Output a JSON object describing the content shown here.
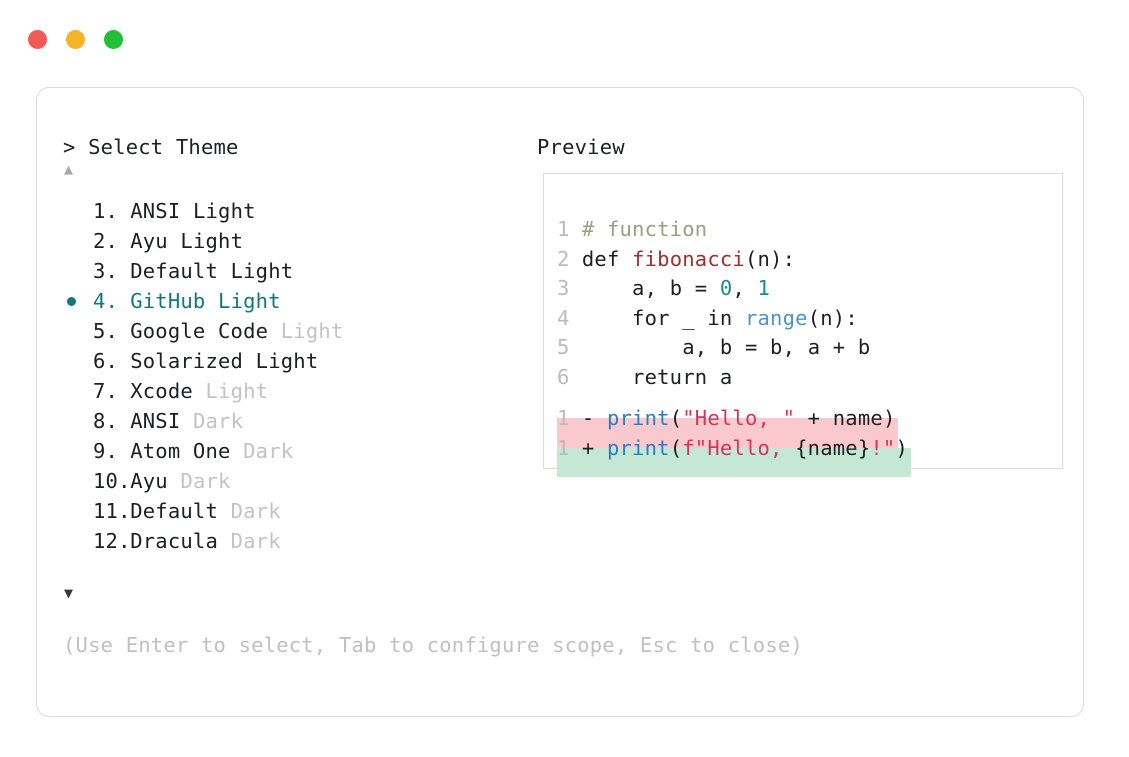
{
  "window": {
    "traffic_lights": [
      {
        "name": "close",
        "color": "#f15b56"
      },
      {
        "name": "minimize",
        "color": "#f5b32a"
      },
      {
        "name": "zoom",
        "color": "#22bf38"
      }
    ]
  },
  "prompt": {
    "select_header": "> Select Theme",
    "preview_header": "Preview",
    "scroll_up_glyph": "▲",
    "scroll_down_glyph": "▼",
    "hint": "(Use Enter to select, Tab to configure scope, Esc to close)",
    "selected_index": 4,
    "accent_color": "#12787e",
    "dim_color": "#c3c3c3",
    "themes": [
      {
        "index": "1.",
        "name": "ANSI",
        "variant": "Light",
        "variant_dim": false,
        "selected": false
      },
      {
        "index": "2.",
        "name": "Ayu",
        "variant": "Light",
        "variant_dim": false,
        "selected": false
      },
      {
        "index": "3.",
        "name": "Default",
        "variant": "Light",
        "variant_dim": false,
        "selected": false
      },
      {
        "index": "4.",
        "name": "GitHub",
        "variant": "Light",
        "variant_dim": false,
        "selected": true
      },
      {
        "index": "5.",
        "name": "Google Code",
        "variant": "Light",
        "variant_dim": true,
        "selected": false
      },
      {
        "index": "6.",
        "name": "Solarized",
        "variant": "Light",
        "variant_dim": false,
        "selected": false
      },
      {
        "index": "7.",
        "name": "Xcode",
        "variant": "Light",
        "variant_dim": true,
        "selected": false
      },
      {
        "index": "8.",
        "name": "ANSI",
        "variant": "Dark",
        "variant_dim": true,
        "selected": false
      },
      {
        "index": "9.",
        "name": "Atom One",
        "variant": "Dark",
        "variant_dim": true,
        "selected": false
      },
      {
        "index": "10.",
        "name": "Ayu",
        "variant": "Dark",
        "variant_dim": true,
        "selected": false
      },
      {
        "index": "11.",
        "name": "Default",
        "variant": "Dark",
        "variant_dim": true,
        "selected": false
      },
      {
        "index": "12.",
        "name": "Dracula",
        "variant": "Dark",
        "variant_dim": true,
        "selected": false
      }
    ]
  },
  "preview": {
    "code_lines": [
      {
        "num": "1",
        "text": "# function"
      },
      {
        "num": "2",
        "text": "def fibonacci(n):"
      },
      {
        "num": "3",
        "text": "    a, b = 0, 1"
      },
      {
        "num": "4",
        "text": "    for _ in range(n):"
      },
      {
        "num": "5",
        "text": "        a, b = b, a + b"
      },
      {
        "num": "6",
        "text": "    return a"
      }
    ],
    "diff": [
      {
        "num": "1",
        "mark": "-",
        "text": "print(\"Hello, \" + name)",
        "kind": "removed",
        "bg": "#f9c9cd"
      },
      {
        "num": "1",
        "mark": "+",
        "text": "print(f\"Hello, {name}!\")",
        "kind": "added",
        "bg": "#c5e8d4"
      }
    ]
  }
}
